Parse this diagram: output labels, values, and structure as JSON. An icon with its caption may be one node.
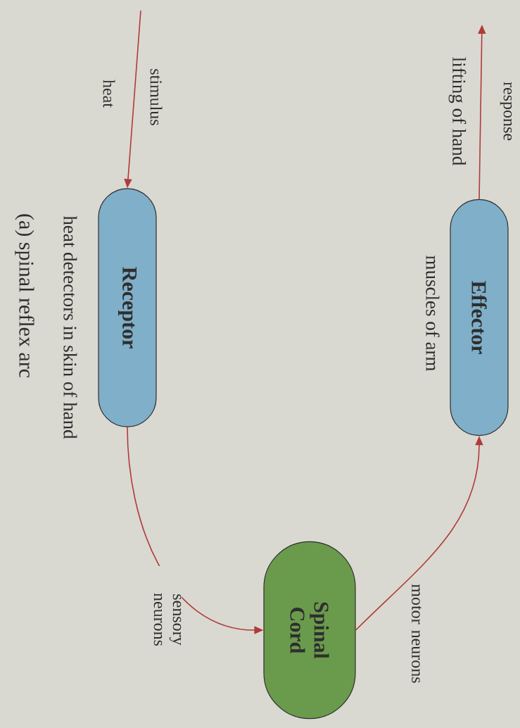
{
  "diagram": {
    "caption": "(a) spinal reflex arc",
    "nodes": [
      {
        "text": [
          "Effector"
        ],
        "beside": [
          "muscles of arm"
        ]
      },
      {
        "text": [
          "Receptor"
        ],
        "beside": [
          "heat detectors in skin of hand"
        ]
      },
      {
        "text": [
          "Spinal Cord"
        ]
      }
    ],
    "edges": [
      {
        "from": null,
        "to": 1,
        "arrow": "to",
        "label": "stimulus"
      },
      {
        "from": 0,
        "to": null,
        "arrow": "to",
        "label": "response"
      },
      {
        "from": 1,
        "to": 2,
        "arrow": "to",
        "label": "sensory neurons"
      },
      {
        "from": 2,
        "to": 0,
        "arrow": "to",
        "label": "motor neurons"
      }
    ],
    "labels": [
      "heat",
      "lifting of hand"
    ]
  }
}
